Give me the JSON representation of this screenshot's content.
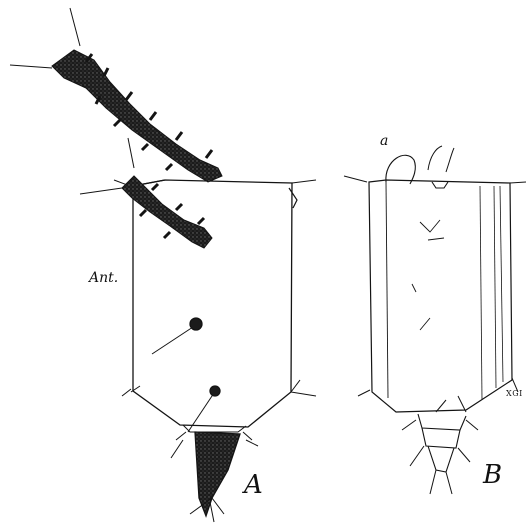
{
  "figure": {
    "labels": {
      "ant": "Ant.",
      "a": "a",
      "panel_a": "A",
      "panel_b": "B",
      "xgi": "XGI"
    },
    "ink_color": "#141414",
    "fill_color": "#1b1b1b"
  }
}
